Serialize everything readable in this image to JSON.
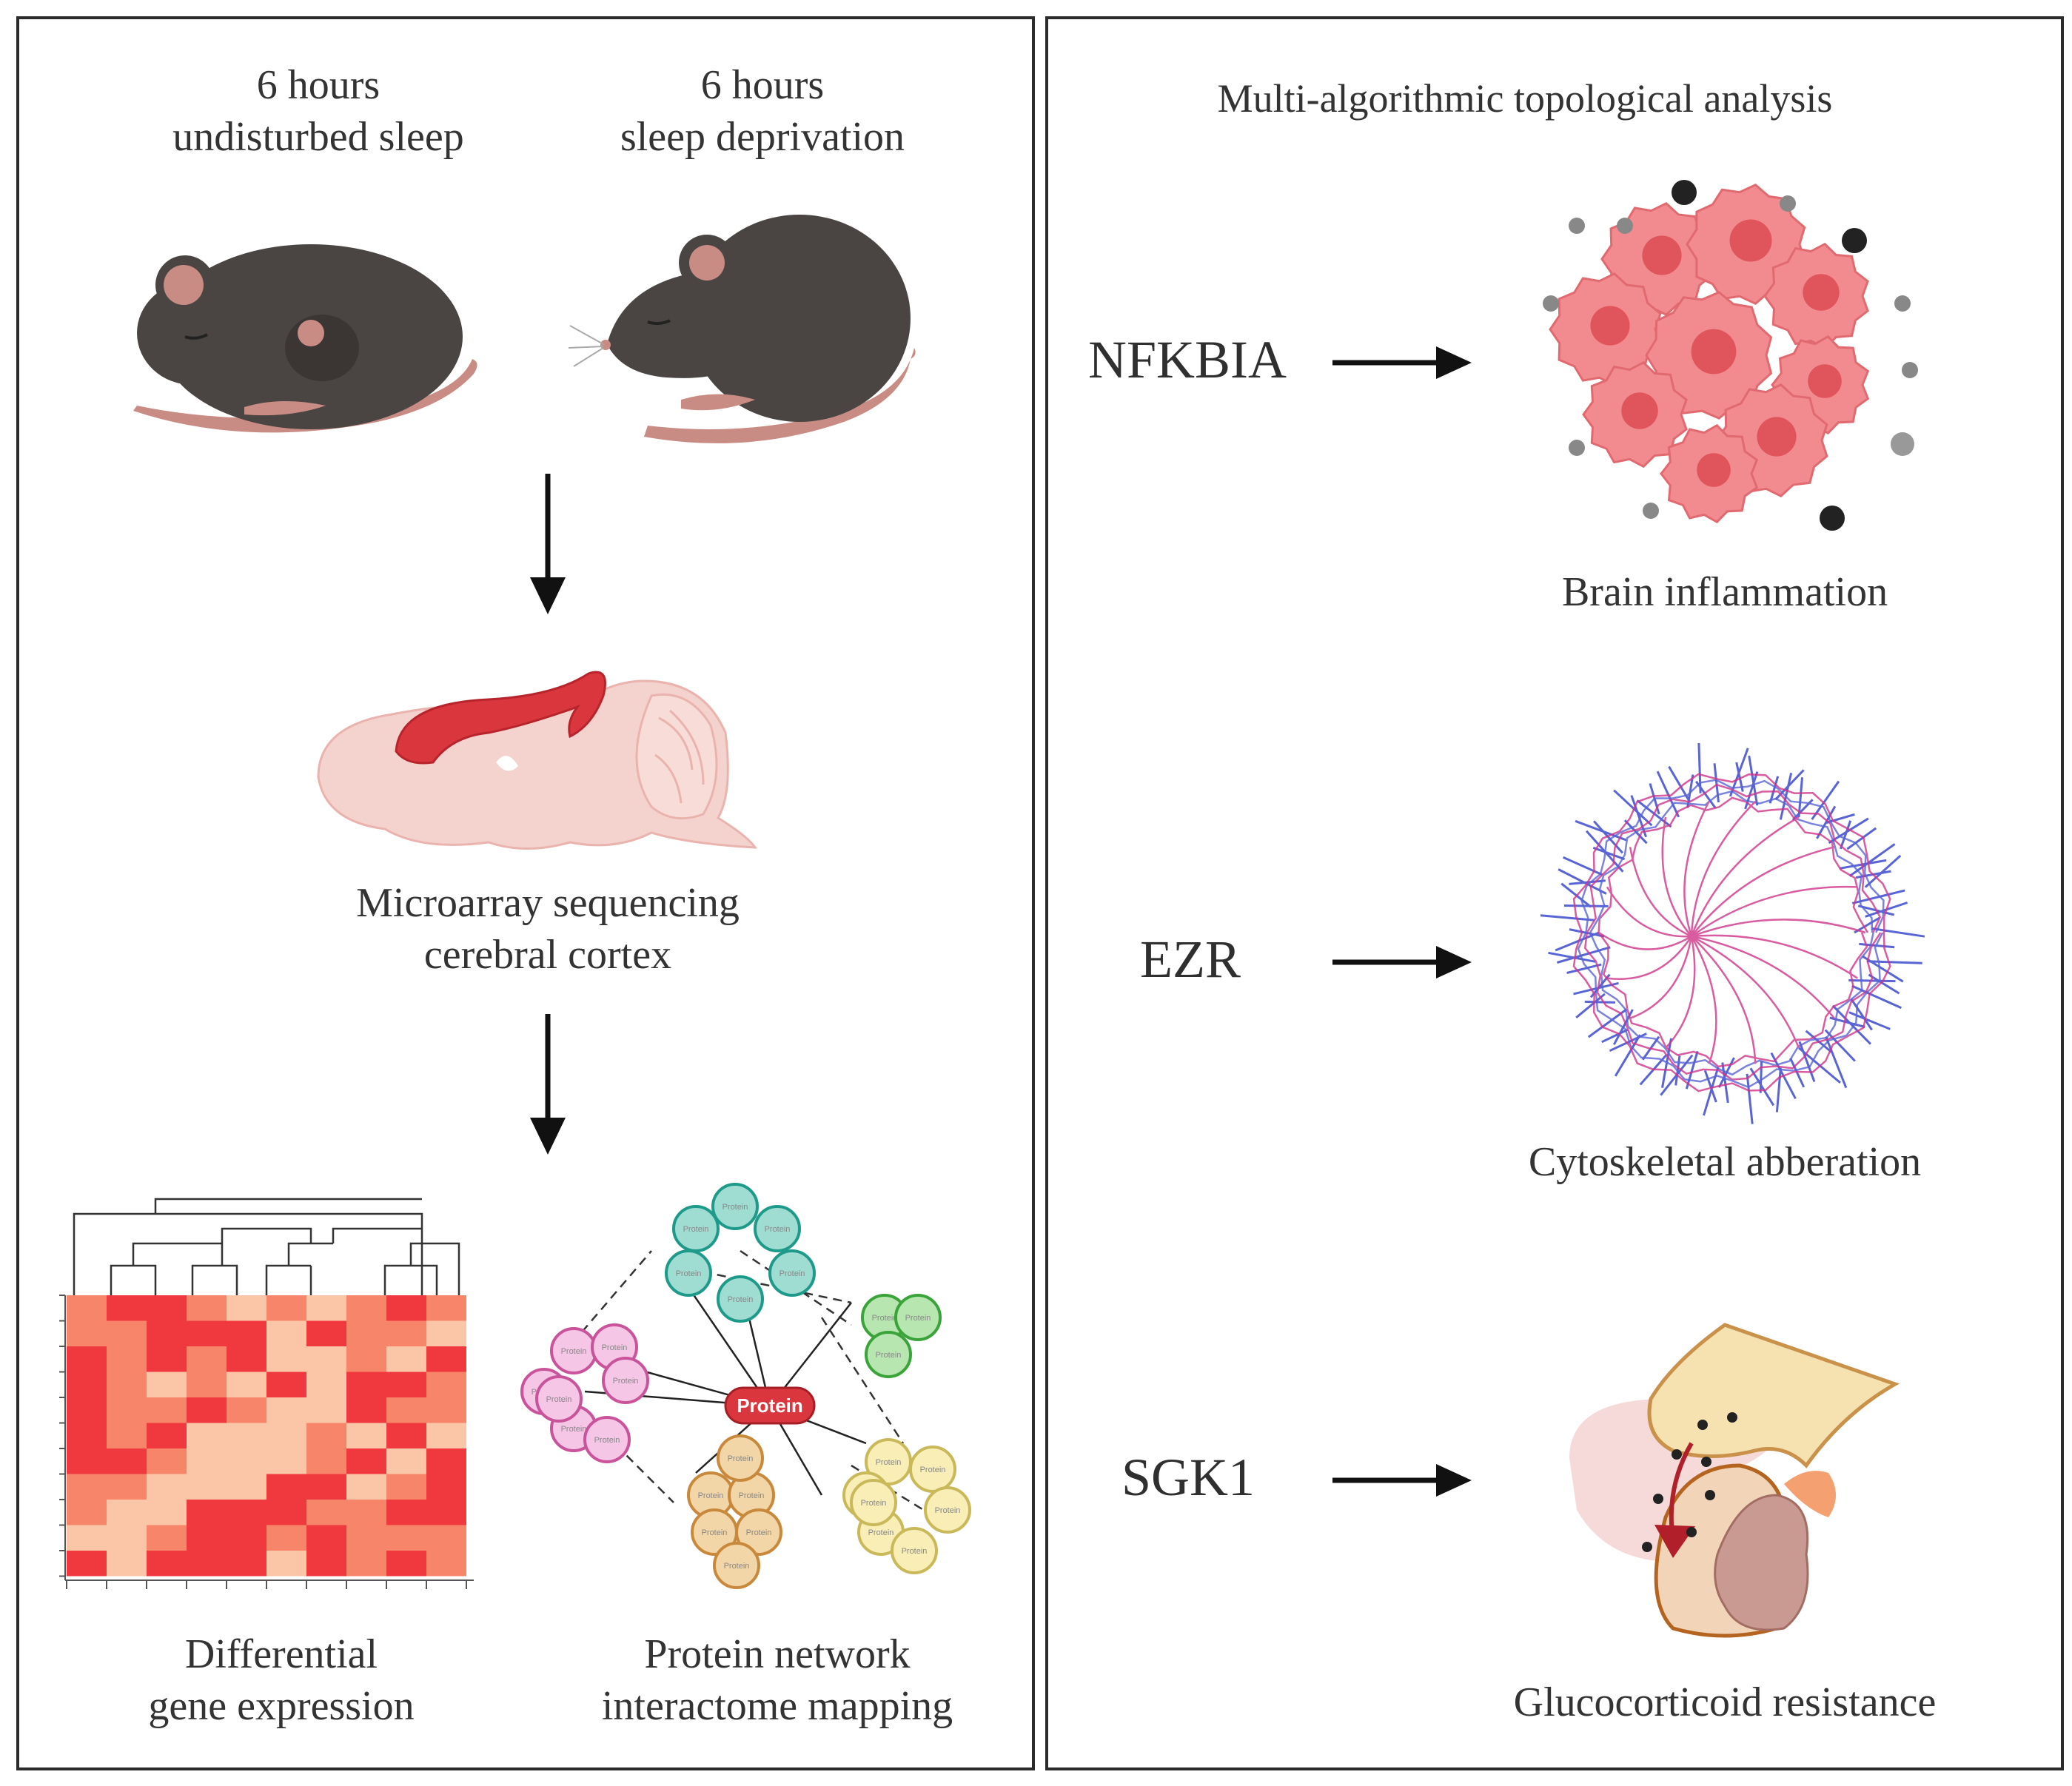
{
  "left": {
    "sleep_label": [
      "6 hours",
      "undisturbed sleep"
    ],
    "deprivation_label": [
      "6 hours",
      "sleep deprivation"
    ],
    "microarray_label": [
      "Microarray sequencing",
      "cerebral cortex"
    ],
    "differential_label": [
      "Differential",
      "gene expression"
    ],
    "network_label": [
      "Protein network",
      "interactome mapping"
    ],
    "hub_label": "Protein",
    "node_label": "Protein"
  },
  "right": {
    "title": "Multi-algorithmic topological analysis",
    "genes": [
      {
        "name": "NFKBIA",
        "outcome": "Brain inflammation"
      },
      {
        "name": "EZR",
        "outcome": "Cytoskeletal abberation"
      },
      {
        "name": "SGK1",
        "outcome": "Glucocorticoid resistance"
      }
    ]
  },
  "colors": {
    "mouse_body": "#4a4543",
    "mouse_pink": "#c98c84",
    "brain": "#f4d3cf",
    "cortex_red": "#d9363e",
    "heat_dark": "#f0393f",
    "heat_mid": "#f7856a",
    "heat_light": "#fbc6a8",
    "cell_pink": "#f28b8f",
    "cyto_blue": "#5965d6",
    "cyto_pink": "#d0348a",
    "gland_yellow": "#f5e2b0"
  },
  "icons": [
    "mouse-sleeping-icon",
    "mouse-awake-icon",
    "down-arrow-icon",
    "brain-icon",
    "heatmap-icon",
    "dendrogram-icon",
    "protein-network-icon",
    "right-arrow-icon",
    "inflamed-cells-icon",
    "cytoskeleton-icon",
    "adrenal-gland-icon"
  ]
}
